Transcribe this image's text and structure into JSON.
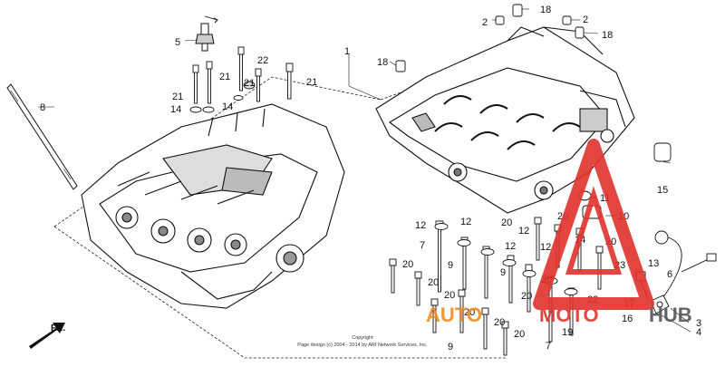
{
  "diagram": {
    "callouts": [
      "1",
      "2",
      "2",
      "3",
      "4",
      "5",
      "6",
      "7",
      "7",
      "8",
      "9",
      "9",
      "9",
      "10",
      "11",
      "12",
      "12",
      "12",
      "12",
      "12",
      "13",
      "14",
      "14",
      "14",
      "15",
      "16",
      "17",
      "18",
      "18",
      "18",
      "19",
      "20",
      "20",
      "20",
      "20",
      "20",
      "20",
      "20",
      "20",
      "20",
      "20",
      "20",
      "21",
      "21",
      "21",
      "21",
      "22",
      "22",
      "23"
    ],
    "direction_label": "FR.",
    "copyright_line1": "Copyright",
    "copyright_line2": "Page design (c) 2004 - 2014 by ARI Network Services, Inc.",
    "watermark": {
      "part1": "AUTO",
      "part2": "MOTO",
      "part3": "HUB",
      "red": "#e0322c",
      "orange": "#f08a24",
      "grey": "#555555"
    }
  }
}
